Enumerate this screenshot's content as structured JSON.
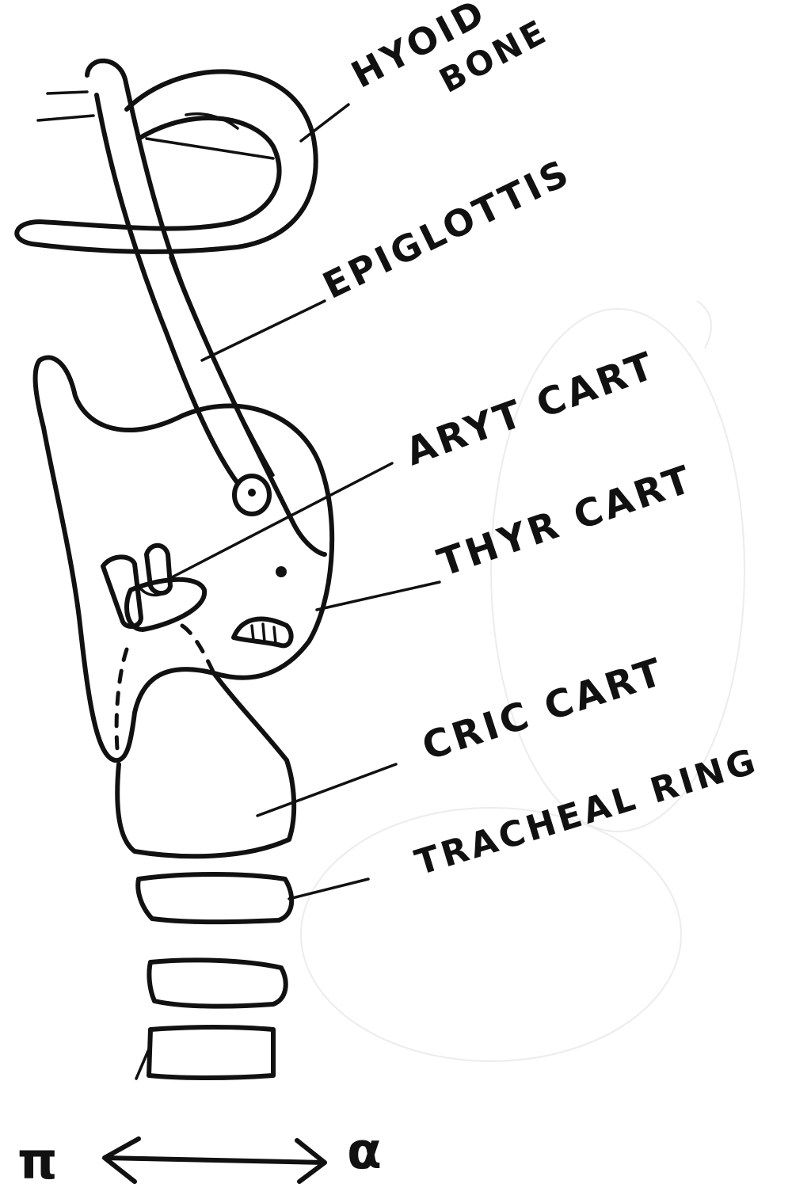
{
  "labels": {
    "hyoid_line1": "HYOID",
    "hyoid_line2": "BONE",
    "epiglottis": "EPIGLOTTIS",
    "aryt": "ARYT CART",
    "thyr": "THYR CART",
    "cric": "CRIC CART",
    "tracheal": "TRACHEAL RING",
    "left_marker": "π",
    "right_marker": "α"
  },
  "colors": {
    "ink": "#111111",
    "paper": "#ffffff"
  }
}
